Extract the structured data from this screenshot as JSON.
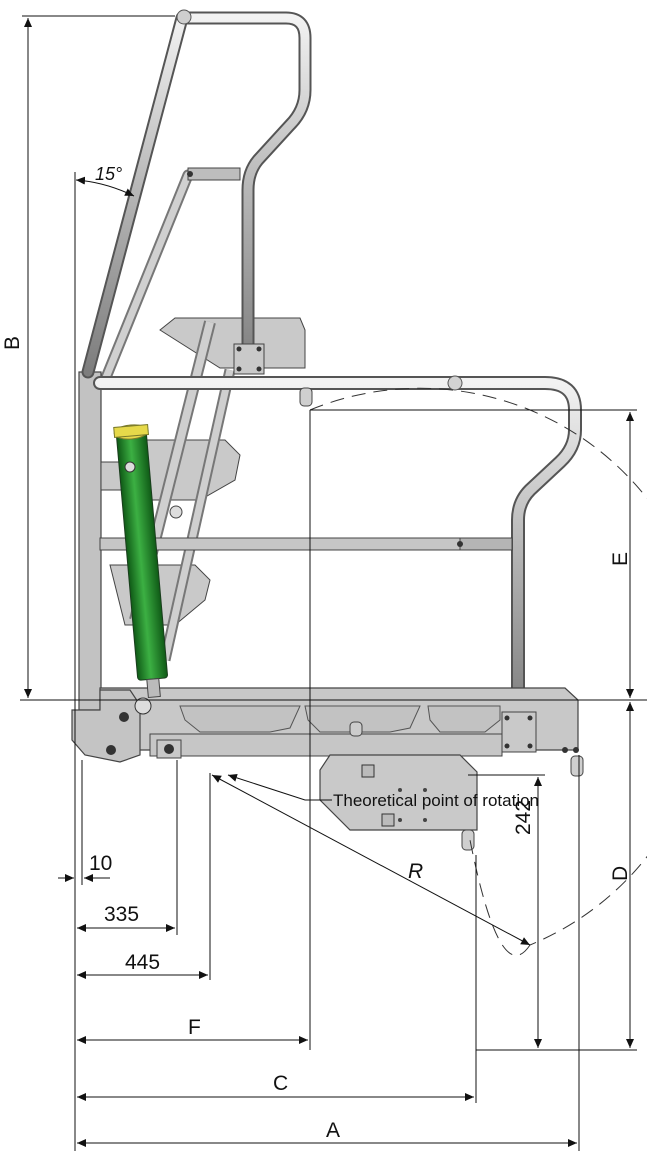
{
  "labels": {
    "angle": "15°",
    "b": "B",
    "e": "E",
    "d": "D",
    "r": "R",
    "f": "F",
    "c": "C",
    "a": "A",
    "d10": "10",
    "d335": "335",
    "d445": "445",
    "d242": "242",
    "rotation_note": "Theoretical point of rotation"
  },
  "colors": {
    "cylinder": "#1f8a2a",
    "cylinder_cap": "#e6d94a",
    "rail": "#b9b9b9",
    "plate": "#c8c8c8",
    "outline": "#333333"
  }
}
